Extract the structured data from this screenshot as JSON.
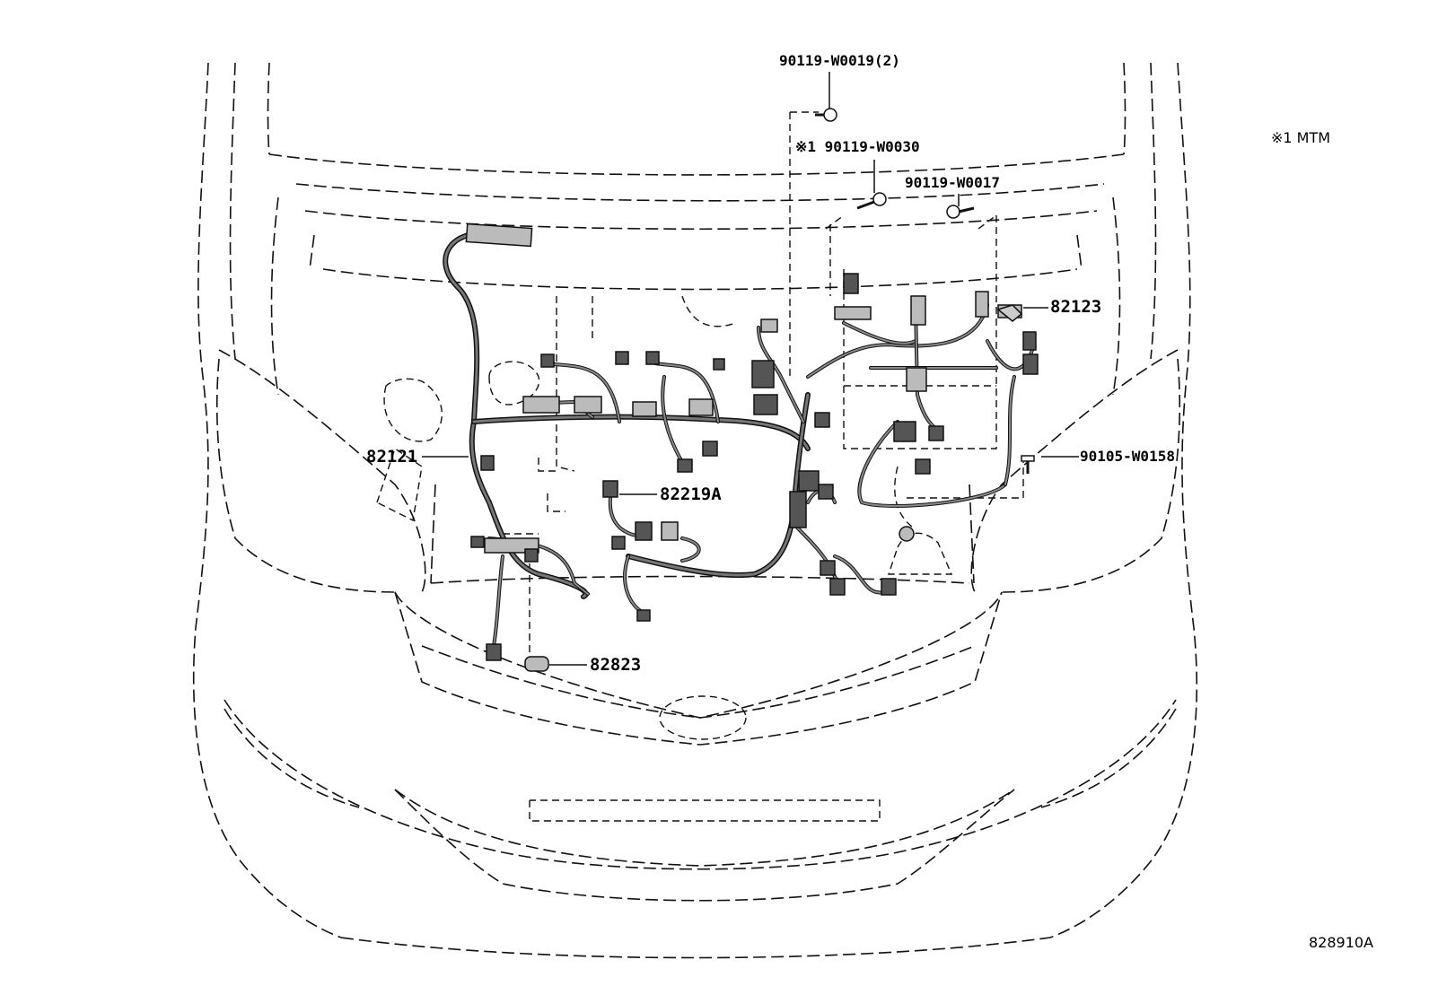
{
  "labels": {
    "p90119_w0019": "90119-W0019(2)",
    "p90119_w0030": "※1 90119-W0030",
    "p90119_w0017": "90119-W0017",
    "p82123": "82123",
    "p82121": "82121",
    "p82219a": "82219A",
    "p90105_w0158": "90105-W0158",
    "p82823": "82823"
  },
  "note": "※1 MTM",
  "diagram_id": "828910A",
  "icons": {
    "bolt": "bolt-icon",
    "clip": "clip-icon",
    "connector": "connector-icon"
  },
  "colors": {
    "line": "#111111",
    "harness_fill": "#777777",
    "connector_fill": "#555555",
    "background": "#ffffff"
  }
}
